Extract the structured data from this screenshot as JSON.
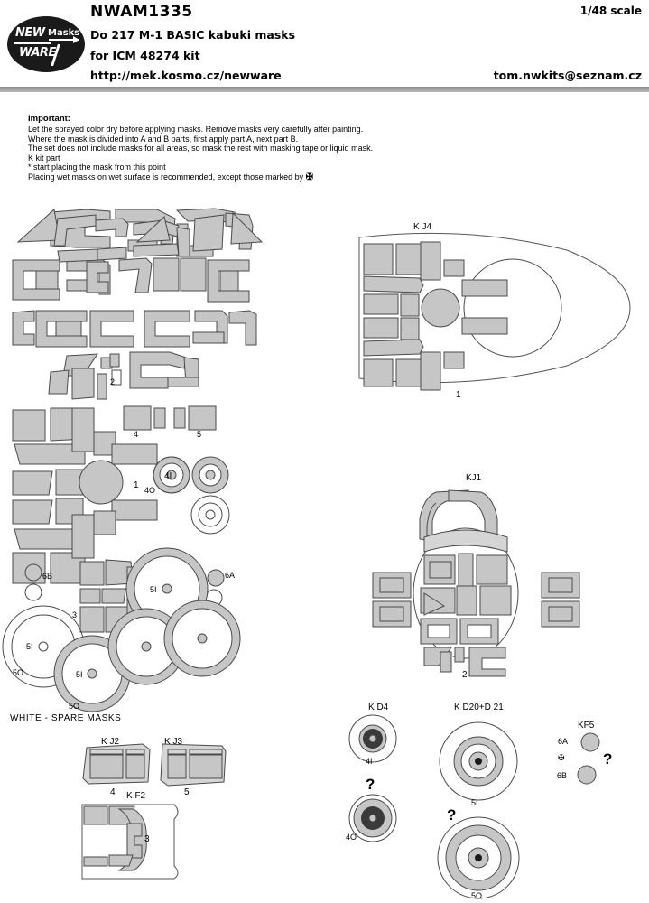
{
  "header": {
    "logo": {
      "new": "NEW",
      "masks": "Masks",
      "ware": "WARE",
      "name": "new-ware-logo"
    },
    "product_code": "NWAM1335",
    "scale": "1/48 scale",
    "title_line1": "Do 217 M-1 BASIC kabuki masks",
    "title_line2": "for ICM 48274 kit",
    "url": "http://mek.kosmo.cz/newware",
    "email": "tom.nwkits@seznam.cz"
  },
  "important": {
    "title": "Important:",
    "lines": [
      "Let the sprayed color dry before applying masks. Remove masks very carefully after painting.",
      "Where the mask is divided into A and B parts, first apply part A, next part B.",
      "The set does not include masks for all areas, so mask the rest with masking tape or liquid mask.",
      "K kit part",
      "* start placing the mask from this point",
      "Placing wet masks on wet surface is recommended, except those marked by"
    ],
    "wet_symbol": "✠"
  },
  "sections": {
    "spare_masks_note": "WHITE - SPARE MASKS",
    "kj4": {
      "title": "K J4",
      "part_number": "1"
    },
    "kj1": {
      "title": "KJ1",
      "part_number": "2"
    },
    "kj2": {
      "title": "K J2",
      "part_number": "4"
    },
    "kj3": {
      "title": "K J3",
      "part_number": "5"
    },
    "kf2": {
      "title": "K F2",
      "part_number": "3"
    },
    "kd4": {
      "title": "K D4",
      "inner_label": "4I",
      "outer_label": "4O",
      "alt": "?"
    },
    "kd20d21": {
      "title": "K D20+D 21",
      "inner_label": "5I",
      "outer_label": "5O",
      "alt": "?"
    },
    "kf5": {
      "title": "KF5",
      "label_a": "6A",
      "label_b": "6B",
      "alt": "?",
      "wet_symbol": "✠"
    }
  },
  "left_panel": {
    "fuselage_part_number": "2",
    "window_label_4": "4",
    "window_label_5": "5",
    "disc_label_1": "1",
    "wheel_inner_4i": "4I",
    "wheel_outer_4o": "4O",
    "spare_wheel_labels": {
      "inner": "5I",
      "outer": "5O"
    },
    "dot_label_6a": "6A",
    "dot_label_6b": "6B",
    "group_label_3": "3"
  },
  "colors": {
    "mask_fill": "#c6c6c6",
    "mask_fill_light": "#d5d5d5",
    "mask_stroke": "#4a4a4a",
    "outline": "#555555",
    "logo_bg": "#1a1a1a",
    "rule": "#8d8d8d"
  }
}
